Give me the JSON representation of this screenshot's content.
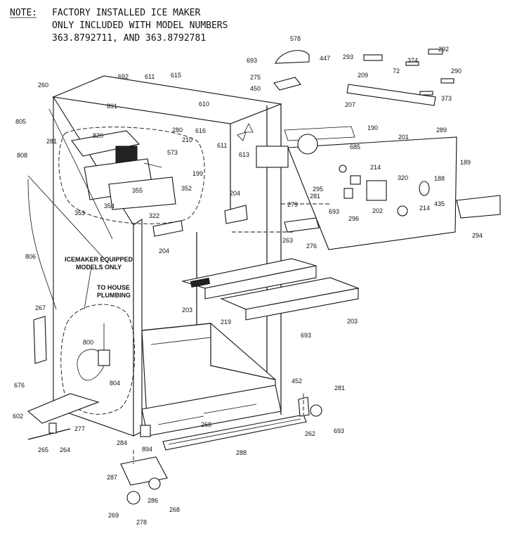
{
  "note": {
    "prefix": "NOTE:",
    "line1": "FACTORY INSTALLED ICE MAKER",
    "line2": "ONLY INCLUDED WITH MODEL NUMBERS",
    "line3": "363.8792711, AND 363.8792781"
  },
  "callouts": {
    "icemaker_models": [
      "ICEMAKER EQUIPPED",
      "MODELS ONLY"
    ],
    "house_plumbing": [
      "TO HOUSE",
      "PLUMBING"
    ]
  },
  "part_labels": [
    "578",
    "447",
    "693",
    "275",
    "450",
    "292",
    "293",
    "374",
    "209",
    "72",
    "290",
    "373",
    "289",
    "190",
    "201",
    "207",
    "685",
    "692",
    "611",
    "615",
    "891",
    "610",
    "280",
    "210",
    "616",
    "611",
    "613",
    "260",
    "805",
    "281",
    "820",
    "573",
    "199",
    "355",
    "352",
    "353",
    "354",
    "322",
    "808",
    "204",
    "204",
    "214",
    "320",
    "188",
    "189",
    "295",
    "281",
    "693",
    "279",
    "263",
    "276",
    "202",
    "214",
    "435",
    "296",
    "294",
    "806",
    "203",
    "219",
    "203",
    "693",
    "267",
    "800",
    "804",
    "676",
    "602",
    "277",
    "265",
    "264",
    "284",
    "894",
    "268",
    "288",
    "452",
    "281",
    "262",
    "693",
    "287",
    "269",
    "278",
    "286",
    "268"
  ]
}
